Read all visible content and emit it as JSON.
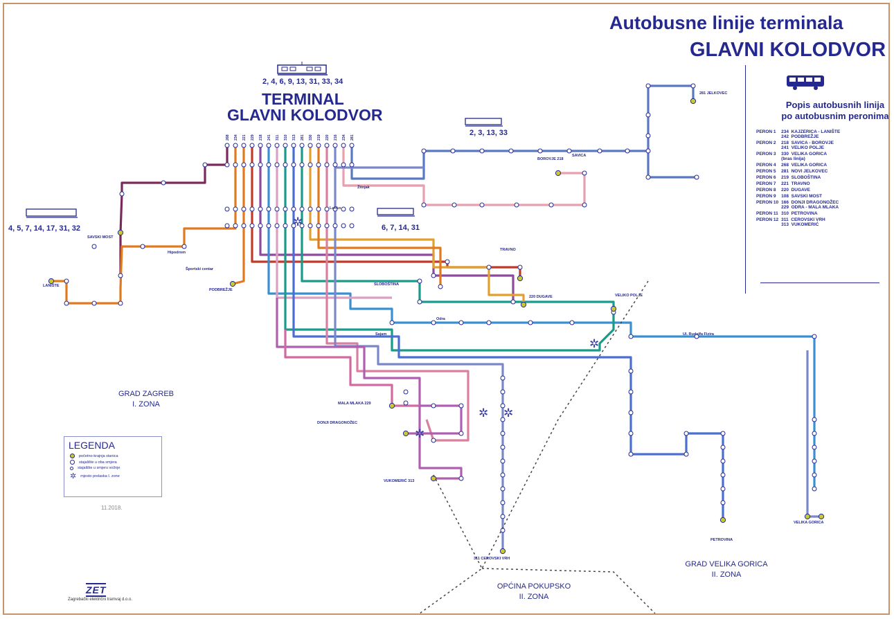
{
  "header": {
    "title_line1": "Autobusne linije terminala",
    "title_line2": "GLAVNI KOLODVOR"
  },
  "terminal": {
    "tram_lines": "2, 4, 6, 9, 13, 31, 33, 34",
    "name_line1": "TERMINAL",
    "name_line2": "GLAVNI KOLODVOR",
    "bus_numbers": [
      "268",
      "234",
      "221",
      "229",
      "218",
      "241",
      "311",
      "310",
      "313",
      "281",
      "330",
      "219",
      "220",
      "216",
      "234",
      "281"
    ]
  },
  "tram_stops": [
    {
      "lines": "2, 3, 13, 33"
    },
    {
      "lines": "6, 7, 14, 31"
    },
    {
      "lines": "4, 5, 7, 14, 17, 31, 32"
    }
  ],
  "sidebar": {
    "title_line1": "Popis autobusnih linija",
    "title_line2": "po autobusnim peronima",
    "perons": [
      {
        "peron": "PERON 1",
        "lines": "234  KAJZERICA - LANIŠTE\n242  PODBREŽJE"
      },
      {
        "peron": "PERON 2",
        "lines": "218  SAVICA - BOROVJE\n241  VELIKO POLJE"
      },
      {
        "peron": "PERON 3",
        "lines": "330  VELIKA GORICA\n(bras linija)"
      },
      {
        "peron": "PERON 4",
        "lines": "268  VELIKA GORICA"
      },
      {
        "peron": "PERON 5",
        "lines": "281  NOVI JELKOVEC"
      },
      {
        "peron": "PERON 6",
        "lines": "219  SLOBOŠTINA"
      },
      {
        "peron": "PERON 7",
        "lines": "221  TRAVNO"
      },
      {
        "peron": "PERON 8",
        "lines": "220  DUGAVE"
      },
      {
        "peron": "PERON 9",
        "lines": "108  SAVSKI MOST"
      },
      {
        "peron": "PERON 10",
        "lines": "166  DONJI DRAGONOŽEC\n229  ODRA - MALA MLAKA"
      },
      {
        "peron": "PERON 11",
        "lines": "310  PETROVINA"
      },
      {
        "peron": "PERON 12",
        "lines": "311  CEROVSKI VRH\n313  VUKOMERIĆ"
      }
    ]
  },
  "zones": {
    "zagreb_line1": "GRAD ZAGREB",
    "zagreb_line2": "I. ZONA",
    "pokupsko_line1": "OPĆINA POKUPSKO",
    "pokupsko_line2": "II. ZONA",
    "vg_line1": "GRAD VELIKA GORICA",
    "vg_line2": "II. ZONA"
  },
  "legend": {
    "title": "LEGENDA",
    "items": [
      "početno-krajnja stanica",
      "stajalište u oba smjera",
      "stajalište u smjeru vožnje",
      "mjesto prelaska I. zone"
    ],
    "colors": [
      "#c8c832",
      "#ffffff",
      "#ffffff",
      "#3a3fa8"
    ]
  },
  "footer": {
    "date": "11.2018.",
    "logo": "ZET",
    "company": "Zagrebački električni tramvaj d.o.o."
  },
  "stations": {
    "savski_most": "SAVSKI MOST",
    "lanište": "LANIŠTE",
    "podbrezje": "PODBREŽJE",
    "borovje": "BOROVJE 218",
    "savica": "SAVICA",
    "novi_jelkovec": "281 JELKOVEC",
    "travno": "TRAVNO",
    "dugave": "220 DUGAVE",
    "slobostina": "SLOBOŠTINA",
    "veliko_polje": "VELIKO POLJE",
    "mala_mlaka": "MALA MLAKA 229",
    "donji_dragonozec": "DONJI DRAGONOŽEC",
    "vukomeric": "VUKOMERIĆ 313",
    "cerovski_vrh": "311 CEROVSKI VRH",
    "petrovina": "PETROVINA",
    "velika_gorica": "VELIKA GORICA",
    "ul_rudolfa_fizira": "Ul. Rudolfa Fizira",
    "sajam": "Sajam",
    "hipodrom": "Hipodrom",
    "sportski_centar": "Športski centar",
    "odra": "Odra",
    "zitnjak": "Žitnjak",
    "lucko": "Lučko"
  }
}
